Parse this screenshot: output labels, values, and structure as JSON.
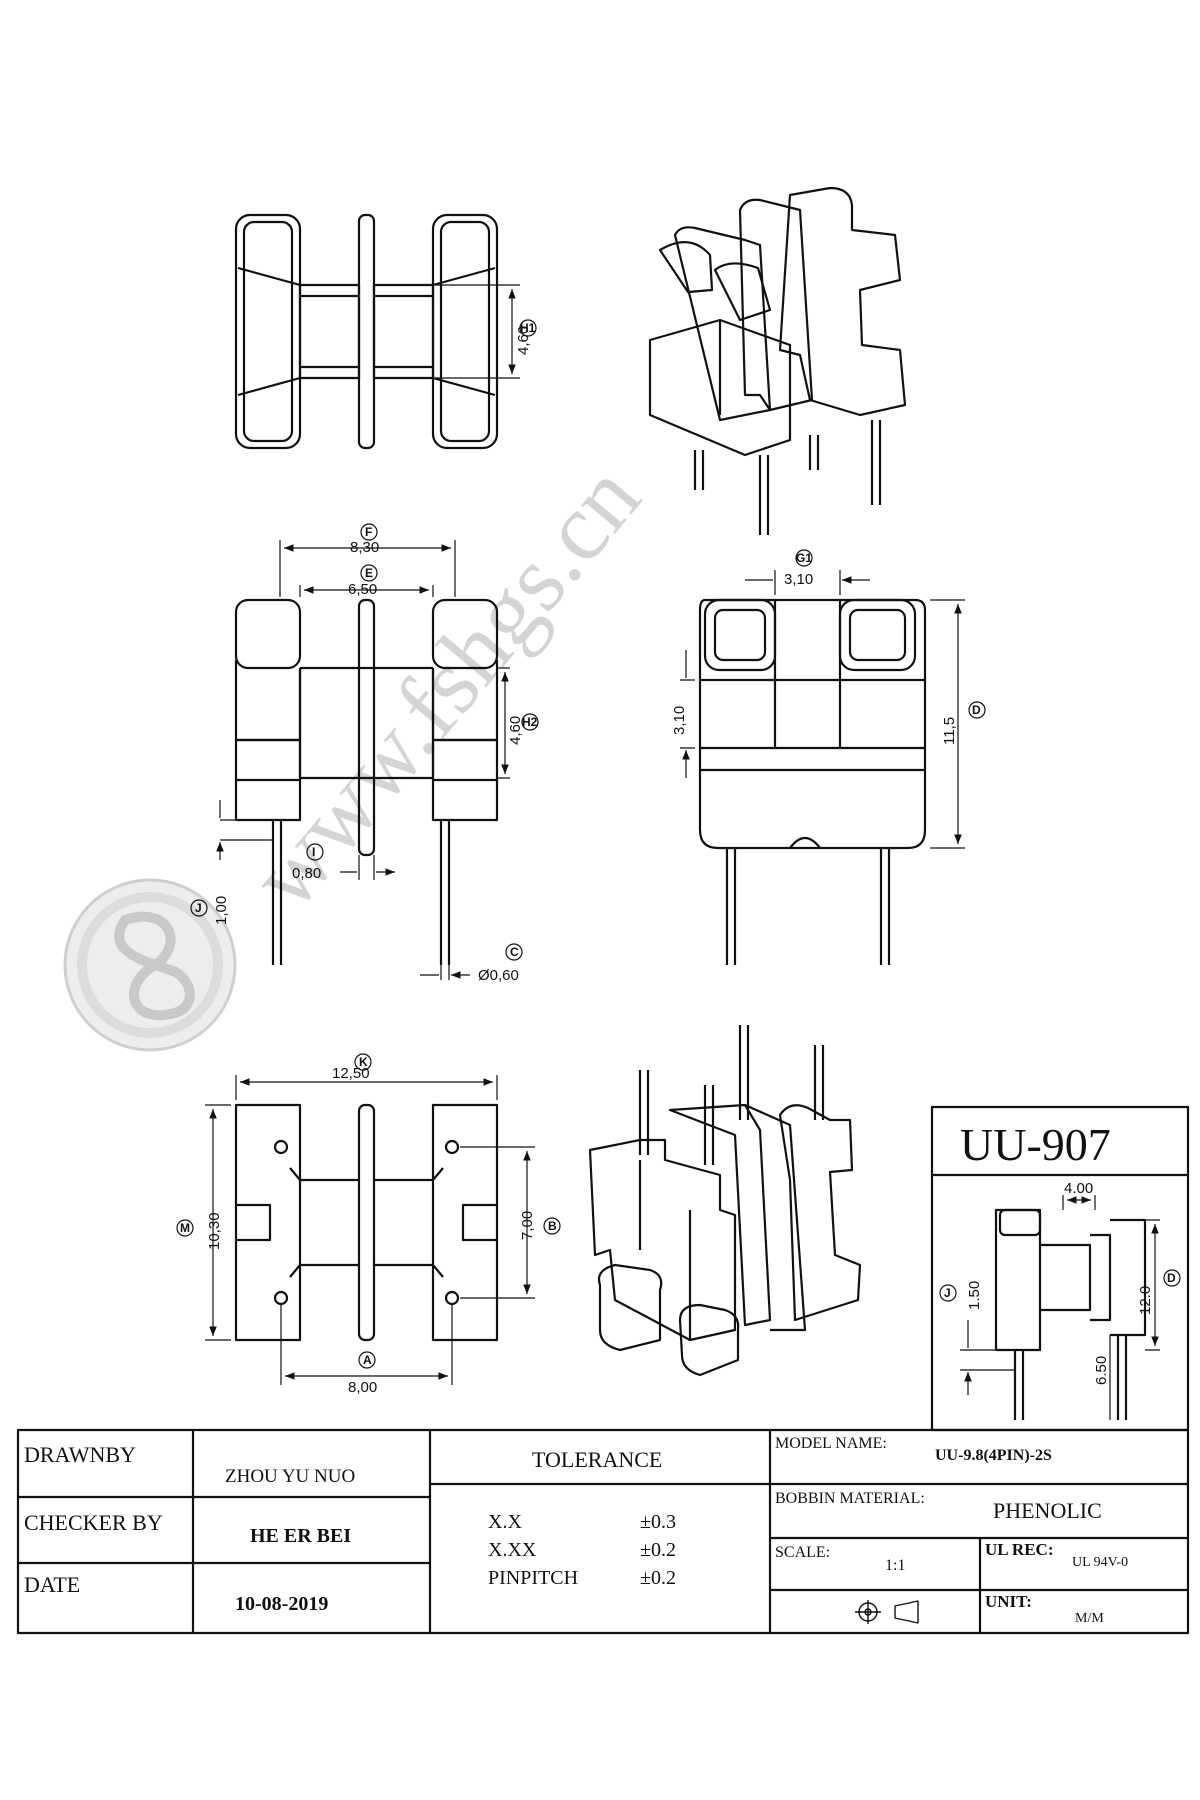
{
  "watermark": {
    "text": "www.fshgs.cn"
  },
  "views": {
    "top_view": {
      "h1_dim": "4,60",
      "h1_label": "H1"
    },
    "front_view": {
      "f_dim": "8,30",
      "f_label": "F",
      "e_dim": "6,50",
      "e_label": "E",
      "h2_dim": "4,60",
      "h2_label": "H2",
      "i_dim": "0,80",
      "i_label": "I",
      "j_dim": "1,00",
      "j_label": "J",
      "c_dim": "Ø0,60",
      "c_label": "C"
    },
    "side_view": {
      "g1_dim": "3,10",
      "g1_label": "G1",
      "g2_dim": "3,10",
      "d_dim": "11,5",
      "d_label": "D"
    },
    "bottom_view": {
      "k_dim": "12,50",
      "k_label": "K",
      "m_dim": "10,30",
      "m_label": "M",
      "b_dim": "7,00",
      "b_label": "B",
      "a_dim": "8,00",
      "a_label": "A"
    }
  },
  "model_box": {
    "model": "UU-907",
    "w_dim": "4.00",
    "d_dim": "12.0",
    "d_label": "D",
    "j_dim": "1.50",
    "j_label": "J",
    "h_dim": "6.50"
  },
  "title_block": {
    "drawnby_label": "DRAWNBY",
    "drawnby_value": "ZHOU YU NUO",
    "checker_label": "CHECKER BY",
    "checker_value": "HE ER BEI",
    "date_label": "DATE",
    "date_value": "10-08-2019",
    "tolerance_label": "TOLERANCE",
    "tol_rows": [
      {
        "name": "X.X",
        "value": "±0.3"
      },
      {
        "name": "X.XX",
        "value": "±0.2"
      },
      {
        "name": "PINPITCH",
        "value": "±0.2"
      }
    ],
    "model_name_label": "MODEL NAME:",
    "model_name_value": "UU-9.8(4PIN)-2S",
    "material_label": "BOBBIN MATERIAL:",
    "material_value": "PHENOLIC",
    "scale_label": "SCALE:",
    "scale_value": "1:1",
    "ul_label": "UL REC:",
    "ul_value": "UL 94V-0",
    "unit_label": "UNIT:",
    "unit_value": "M/M"
  }
}
